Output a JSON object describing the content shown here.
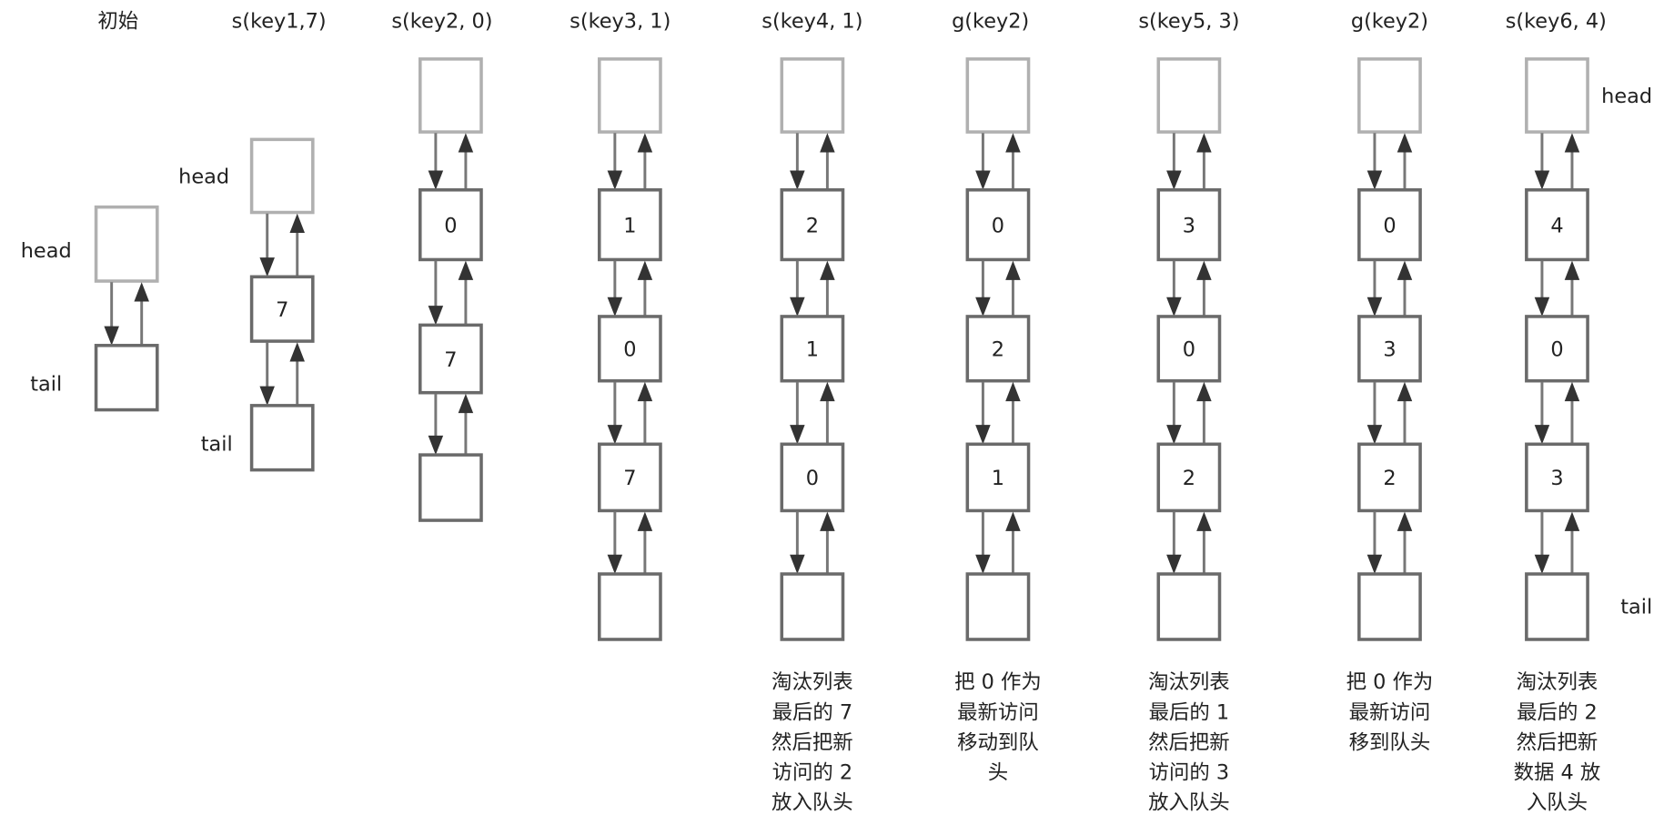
{
  "columns": [
    {
      "title": "初始",
      "nodes": [
        "",
        ""
      ],
      "note": []
    },
    {
      "title": "s(key1,7)",
      "nodes": [
        "",
        "7",
        ""
      ],
      "note": []
    },
    {
      "title": "s(key2, 0)",
      "nodes": [
        "",
        "0",
        "7",
        ""
      ],
      "note": []
    },
    {
      "title": "s(key3, 1)",
      "nodes": [
        "",
        "1",
        "0",
        "7",
        ""
      ],
      "note": []
    },
    {
      "title": "s(key4, 1)",
      "nodes": [
        "",
        "2",
        "1",
        "0",
        ""
      ],
      "note": [
        "淘汰列表",
        "最后的 7",
        "然后把新",
        "访问的 2",
        "放入队头"
      ]
    },
    {
      "title": "g(key2)",
      "nodes": [
        "",
        "0",
        "2",
        "1",
        ""
      ],
      "note": [
        "把 0 作为",
        "最新访问",
        "移动到队",
        "头"
      ]
    },
    {
      "title": "s(key5, 3)",
      "nodes": [
        "",
        "3",
        "0",
        "2",
        ""
      ],
      "note": [
        "淘汰列表",
        "最后的 1",
        "然后把新",
        "访问的 3",
        "放入队头"
      ]
    },
    {
      "title": "g(key2)",
      "nodes": [
        "",
        "0",
        "3",
        "2",
        ""
      ],
      "note": [
        "把 0 作为",
        "最新访问",
        "移到队头"
      ]
    },
    {
      "title": "s(key6, 4)",
      "nodes": [
        "",
        "4",
        "0",
        "3",
        ""
      ],
      "note": [
        "淘汰列表",
        "最后的 2",
        "然后把新",
        "数据 4 放",
        "入队头"
      ]
    }
  ],
  "labels": {
    "head": "head",
    "tail": "tail"
  },
  "colors": {
    "head_border": "#b0b0b0",
    "node_border": "#6a6a6a",
    "arrow": "#333333"
  }
}
